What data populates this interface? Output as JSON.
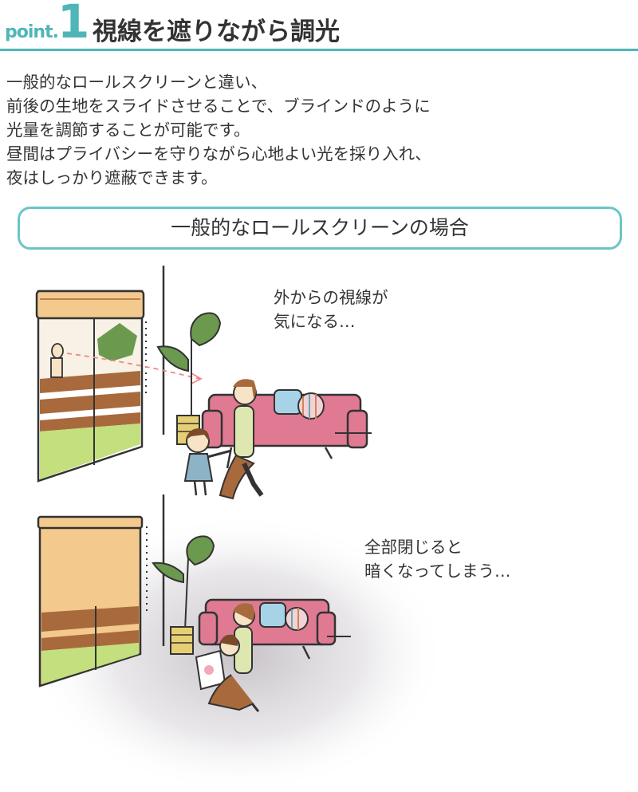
{
  "header": {
    "point_word": "point.",
    "point_number": "1",
    "title": "視線を遮りながら調光"
  },
  "intro": {
    "lines": [
      "一般的なロールスクリーンと違い、",
      "前後の生地をスライドさせることで、ブラインドのように",
      "光量を調節することが可能です。",
      "昼間はプライバシーを守りながら心地よい光を採り入れ、",
      "夜はしっかり遮蔽できます。"
    ]
  },
  "section": {
    "title": "一般的なロールスクリーンの場合"
  },
  "scene_open": {
    "caption_lines": [
      "外からの視線が",
      "気になる…"
    ]
  },
  "scene_closed": {
    "caption_lines": [
      "全部閉じると",
      "暗くなってしまう…"
    ]
  },
  "colors": {
    "accent": "#4fb6b8",
    "box_border": "#6cc5c5",
    "blind": "#f3c98d",
    "stripe": "#a86a3c",
    "grass": "#c3df7e",
    "sofa": "#e07a92",
    "leaf": "#6b9a4e"
  }
}
